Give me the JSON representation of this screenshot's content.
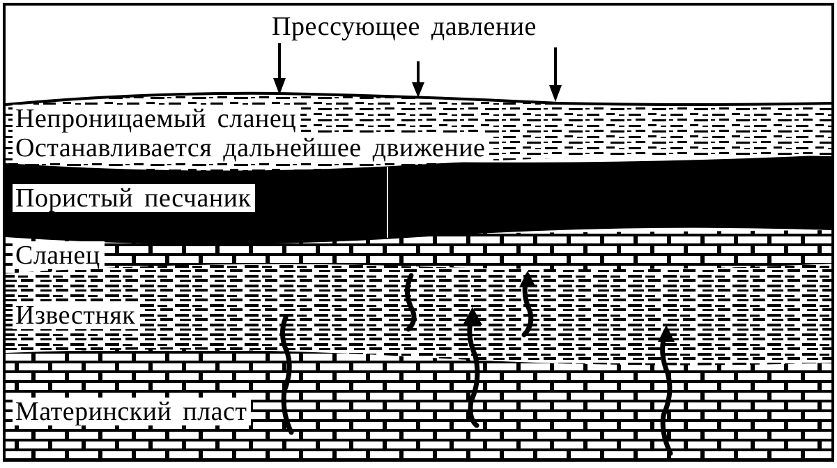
{
  "diagram": {
    "title": "Прессующее давление",
    "layers": [
      {
        "id": "impermeable-shale",
        "label": "Непроницаемый сланец"
      },
      {
        "id": "stops-movement",
        "label": "Останавливается дальнейшее движение"
      },
      {
        "id": "porous-sandstone",
        "label": "Пористый песчаник"
      },
      {
        "id": "shale",
        "label": "Сланец"
      },
      {
        "id": "limestone",
        "label": "Известняк"
      },
      {
        "id": "source-bed",
        "label": "Материнский пласт"
      }
    ],
    "colors": {
      "ink": "#000000",
      "paper": "#ffffff"
    }
  }
}
